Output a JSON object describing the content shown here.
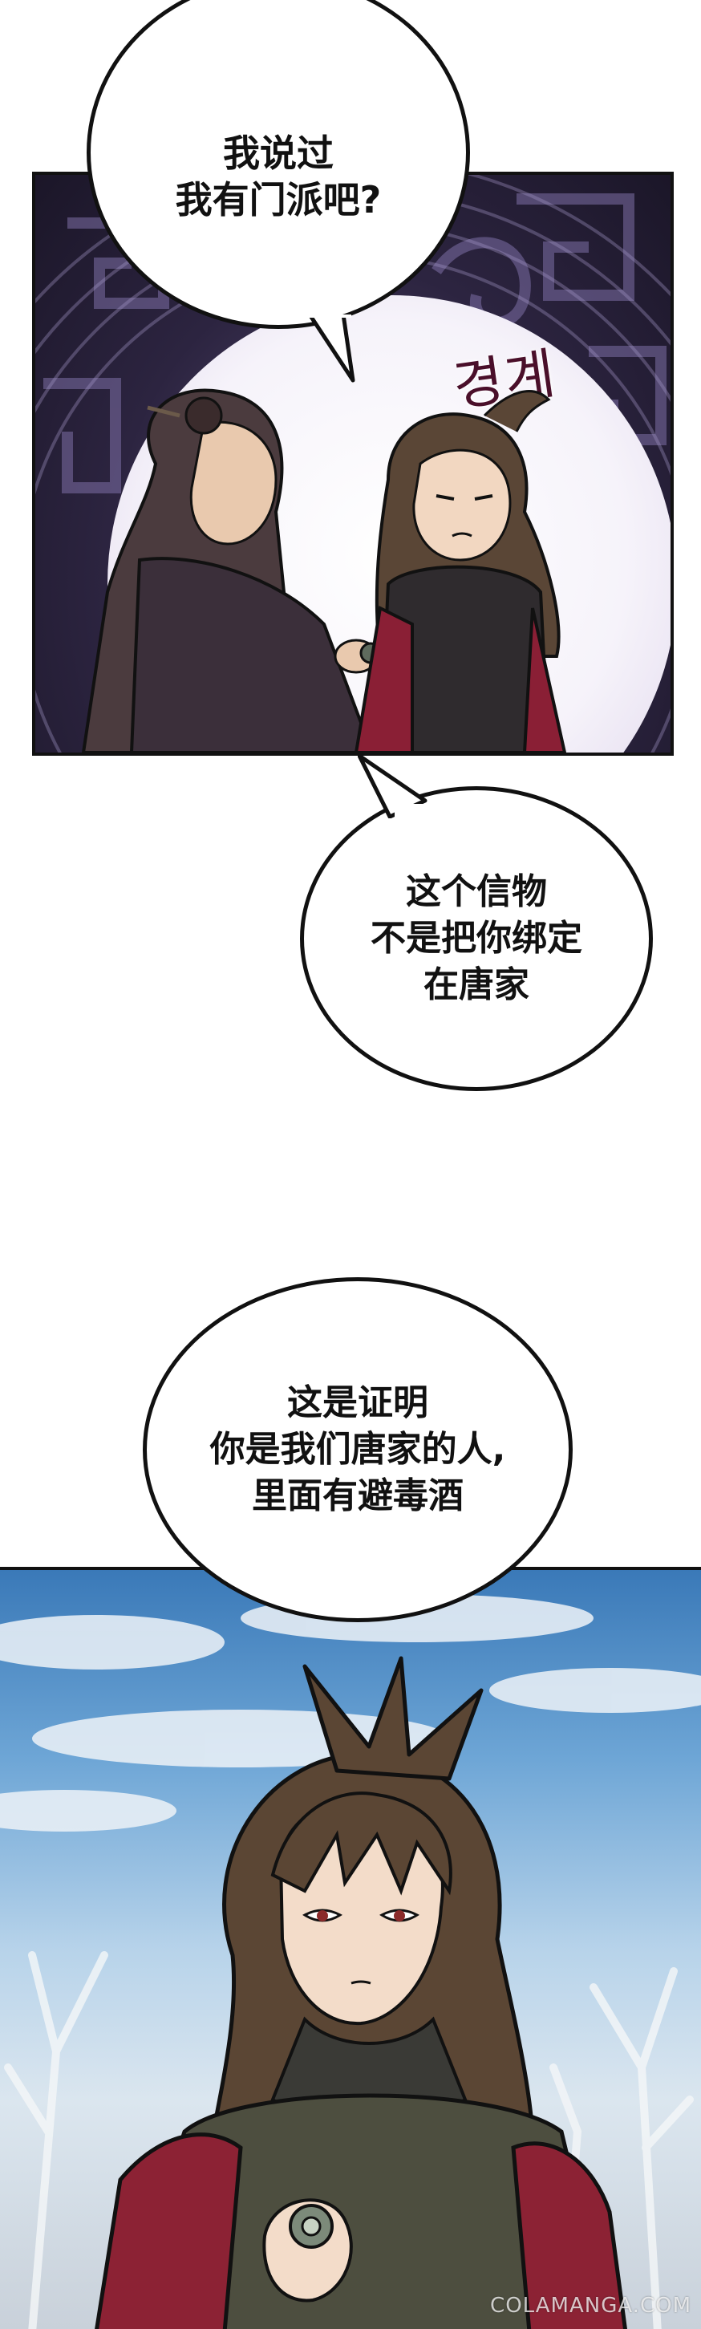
{
  "bubbles": {
    "b1": "我说过\n我有门派吧?",
    "b2": "这个信物\n不是把你绑定\n在唐家",
    "b3": "这是证明\n你是我们唐家的人,\n里面有避毒酒"
  },
  "sfx": "경계",
  "watermark": "COLAMANGA.COM",
  "colors": {
    "panel1_bg": "#2c2440",
    "sky": "#6ea6d6",
    "outline": "#111111"
  }
}
